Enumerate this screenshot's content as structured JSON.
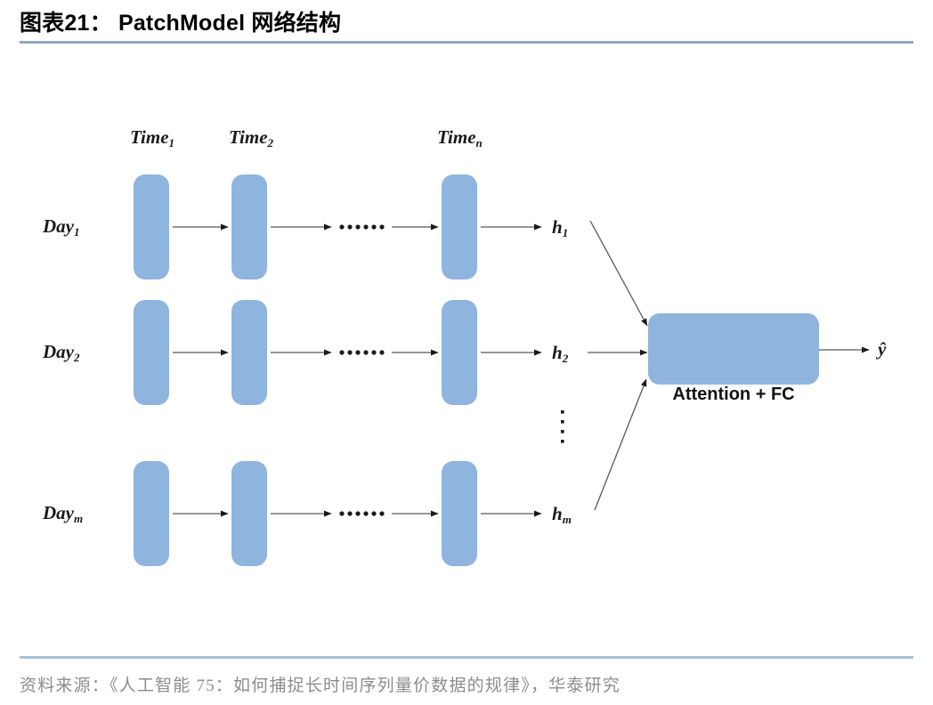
{
  "header": {
    "figure_label": "图表",
    "figure_number": "21",
    "separator": "：",
    "title_text": "PatchModel 网络结构",
    "full_title": "图表21： PatchModel 网络结构",
    "rule_color": "#8FA9C2"
  },
  "footer": {
    "source_text": "资料来源：《人工智能 75：如何捕捉长时间序列量价数据的规律》，华泰研究",
    "rule_color": "#A9C0D6",
    "text_color": "#8D8D8D"
  },
  "diagram": {
    "type": "neural-network-architecture",
    "box_fill": "#8FB4DD",
    "box_stroke": "none",
    "line_color": "#595959",
    "column_headers": [
      {
        "id": "time-1",
        "text": "Time",
        "sub": "1"
      },
      {
        "id": "time-2",
        "text": "Time",
        "sub": "2"
      },
      {
        "id": "time-n",
        "text": "Time",
        "sub": "n"
      }
    ],
    "row_labels": [
      {
        "id": "day-1",
        "text": "Day",
        "sub": "1"
      },
      {
        "id": "day-2",
        "text": "Day",
        "sub": "2"
      },
      {
        "id": "day-m",
        "text": "Day",
        "sub": "m"
      }
    ],
    "hidden_outputs": [
      {
        "id": "h-1",
        "text": "h",
        "sub": "1"
      },
      {
        "id": "h-2",
        "text": "h",
        "sub": "2"
      },
      {
        "id": "h-m",
        "text": "h",
        "sub": "m"
      }
    ],
    "ellipsis_horizontal": "••••••",
    "ellipsis_vertical": "vertical-dots",
    "aggregator": {
      "label": "Attention + FC",
      "fill": "#8FB4DD"
    },
    "output": {
      "label": "ŷ"
    }
  }
}
